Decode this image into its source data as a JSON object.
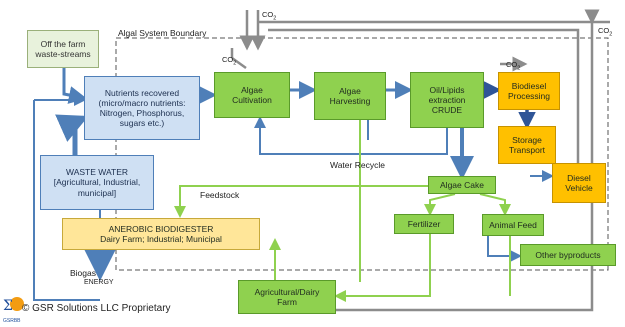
{
  "nodes": {
    "farm_waste": "Off the farm\nwaste-streams",
    "nutrients": "Nutrients recovered\n(micro/macro nutrients:\nNitrogen, Phosphorus,\nsugars etc.)",
    "waste_water": "WASTE WATER\n[Agricultural, Industrial,\nmunicipal]",
    "biodigester": "ANEROBIC BIODIGESTER\nDairy Farm; Industrial; Municipal",
    "algae_cultivation": "Algae\nCultivation",
    "algae_harvesting": "Algae\nHarvesting",
    "oil_extraction": "Oil/Lipids\nextraction\nCRUDE",
    "biodiesel": "Biodiesel\nProcessing",
    "storage": "Storage\nTransport",
    "diesel_vehicle": "Diesel\nVehicle",
    "algae_cake": "Algae Cake",
    "fertilizer": "Fertilizer",
    "animal_feed": "Animal Feed",
    "other_byproducts": "Other byproducts",
    "farm": "Agricultural/Dairy\nFarm"
  },
  "labels": {
    "system_boundary": "Algal System Boundary",
    "water_recycle": "Water  Recycle",
    "feedstock": "Feedstock",
    "biogas": "Biogas",
    "energy": "ENERGY",
    "co2": "CO",
    "co2_sub": "2"
  },
  "footer": {
    "copyright": "© GSR Solutions LLC Proprietary",
    "logo_text": "GSRBB"
  },
  "colors": {
    "blue_fill": "#cfe0f3",
    "blue_arrow": "#4f7fb8",
    "green_fill": "#8fd14f",
    "green_arrow": "#8fd14f",
    "orange_fill": "#ffc000",
    "yellow_fill": "#ffe699",
    "gray_line": "#8c8c8c",
    "dark_arrow": "#2f5597"
  }
}
